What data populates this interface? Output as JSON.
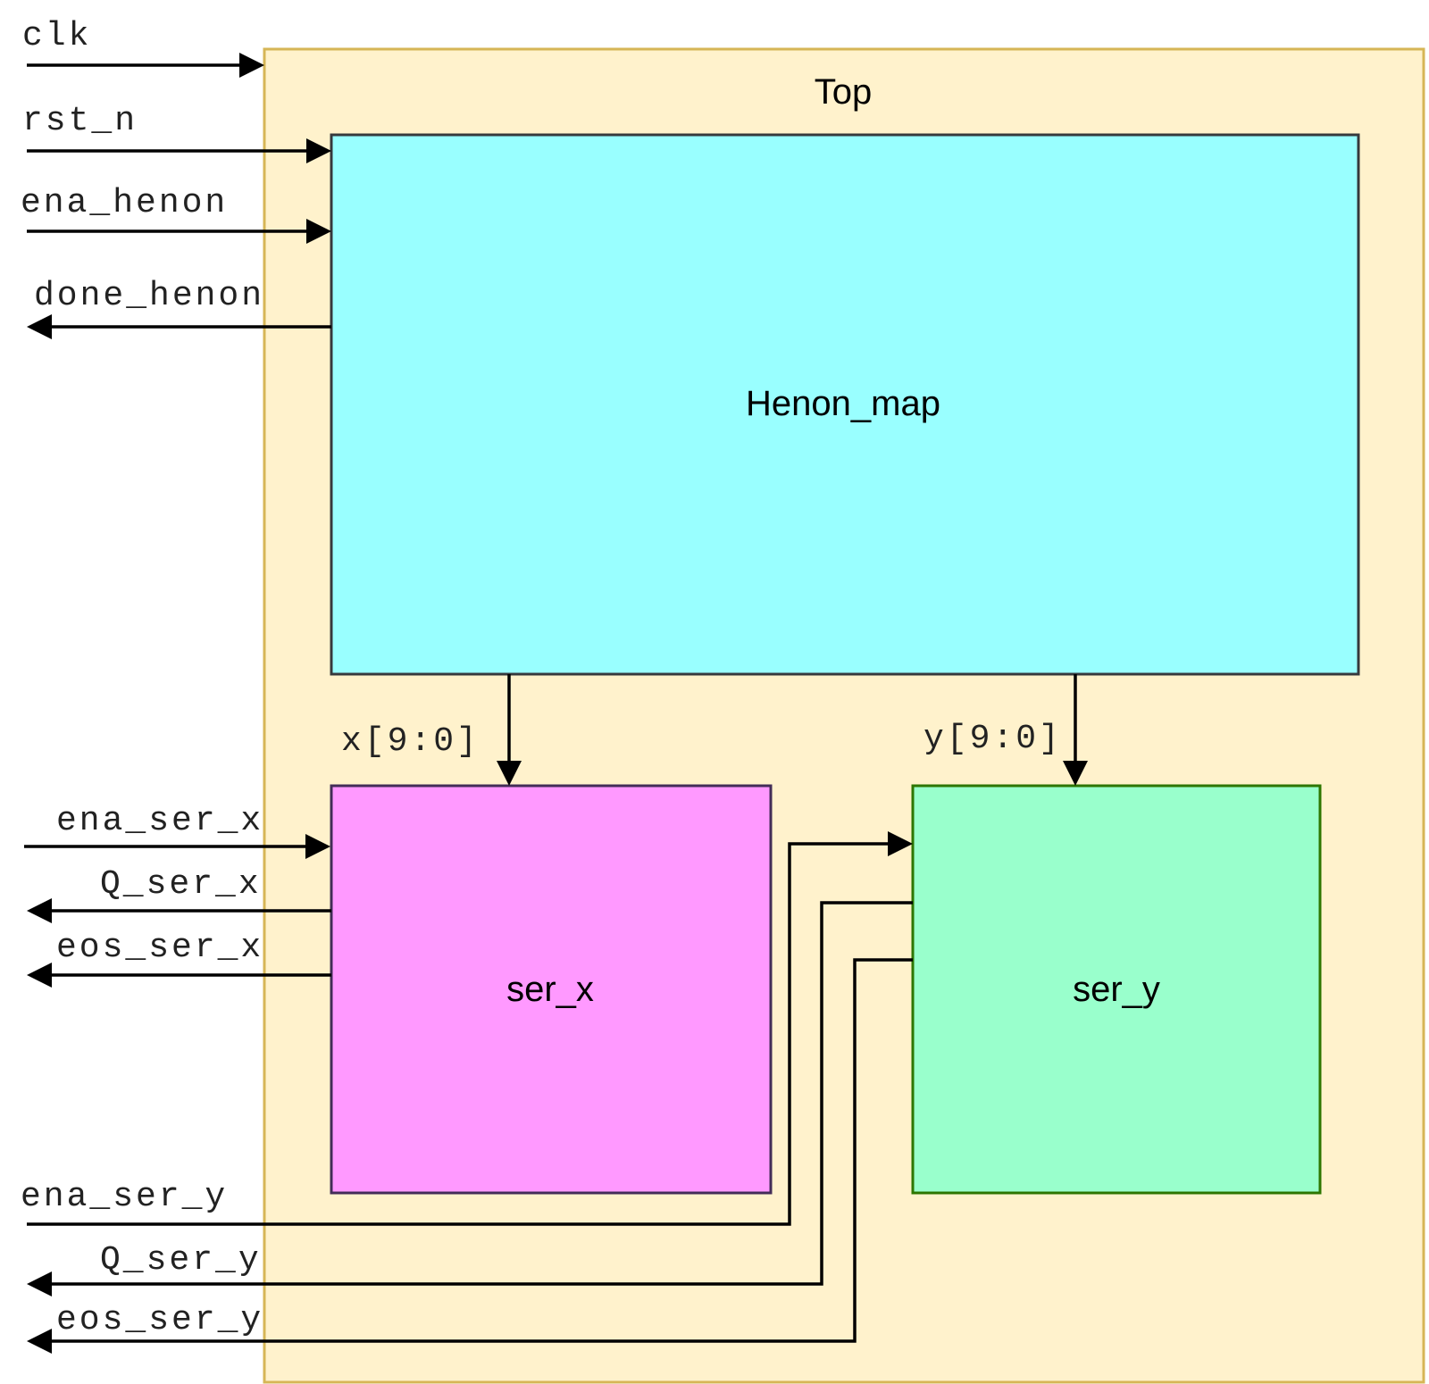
{
  "top": {
    "label": "Top",
    "fill": "#fff2cc",
    "stroke": "#d6b656"
  },
  "blocks": {
    "henon": {
      "label": "Henon_map",
      "fill": "#99ffff",
      "stroke": "#36393d"
    },
    "ser_x": {
      "label": "ser_x",
      "fill": "#ff99ff",
      "stroke": "#432d57"
    },
    "ser_y": {
      "label": "ser_y",
      "fill": "#99ffcc",
      "stroke": "#2d7600"
    }
  },
  "ports": {
    "clk": "clk",
    "rst_n": "rst_n",
    "ena_henon": "ena_henon",
    "done_henon": "done_henon",
    "ena_ser_x": "ena_ser_x",
    "q_ser_x": "Q_ser_x",
    "eos_ser_x": "eos_ser_x",
    "ena_ser_y": "ena_ser_y",
    "q_ser_y": "Q_ser_y",
    "eos_ser_y": "eos_ser_y"
  },
  "buses": {
    "x": "x[9:0]",
    "y": "y[9:0]"
  }
}
